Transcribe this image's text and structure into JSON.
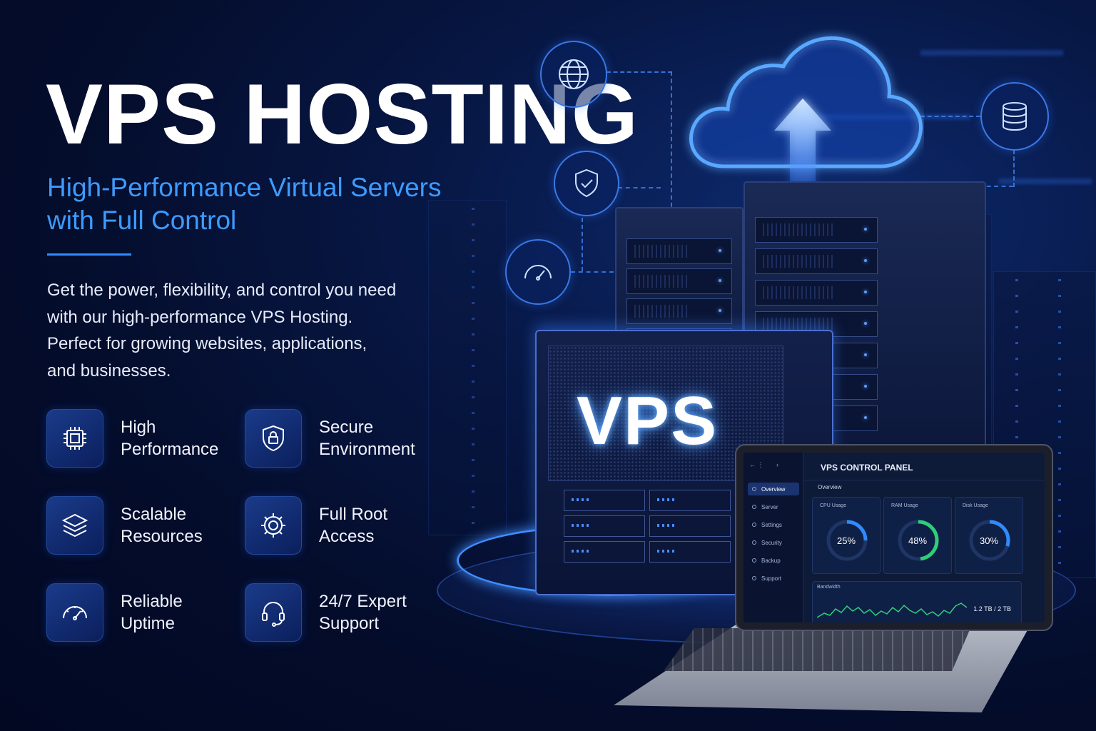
{
  "hero": {
    "title": "VPS HOSTING",
    "subtitle_line1": "High-Performance Virtual Servers",
    "subtitle_line2": "with Full Control",
    "description_lines": [
      "Get the power, flexibility, and control you need",
      "with our high-performance VPS Hosting.",
      "Perfect for growing websites, applications,",
      "and businesses."
    ]
  },
  "features": [
    {
      "icon": "cpu-chip-icon",
      "line1": "High",
      "line2": "Performance"
    },
    {
      "icon": "shield-lock-icon",
      "line1": "Secure",
      "line2": "Environment"
    },
    {
      "icon": "layers-icon",
      "line1": "Scalable",
      "line2": "Resources"
    },
    {
      "icon": "gear-icon",
      "line1": "Full Root",
      "line2": "Access"
    },
    {
      "icon": "speedometer-icon",
      "line1": "Reliable",
      "line2": "Uptime"
    },
    {
      "icon": "headset-icon",
      "line1": "24/7 Expert",
      "line2": "Support"
    }
  ],
  "illustration": {
    "server_label": "VPS",
    "network_icons": [
      "globe-icon",
      "shield-check-icon",
      "speedometer-icon",
      "database-icon"
    ],
    "cloud_icon": "cloud-upload-icon"
  },
  "control_panel": {
    "title": "VPS CONTROL PANEL",
    "section": "Overview",
    "menu": [
      "Overview",
      "Server",
      "Settings",
      "Security",
      "Backup",
      "Support"
    ],
    "gauges": [
      {
        "label": "CPU Usage",
        "value": "25%",
        "fraction": 0.25,
        "color": "#2f8bff"
      },
      {
        "label": "RAM Usage",
        "value": "48%",
        "fraction": 0.48,
        "color": "#2fcf7a"
      },
      {
        "label": "Disk Usage",
        "value": "30%",
        "fraction": 0.3,
        "color": "#2f8bff"
      }
    ],
    "bandwidth": {
      "label": "Bandwidth",
      "value": "1.2 TB / 2 TB"
    }
  },
  "colors": {
    "accent": "#3d9bff",
    "background": "#040d2c",
    "glow": "#4b9cff"
  }
}
